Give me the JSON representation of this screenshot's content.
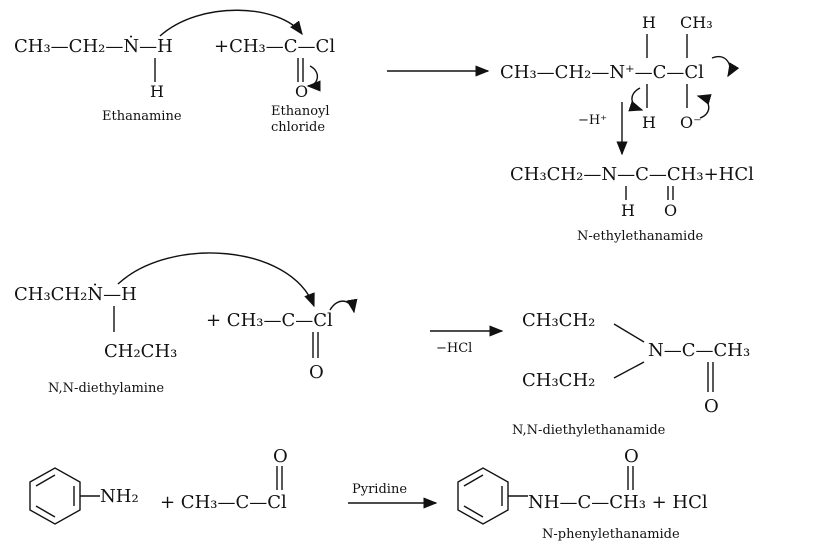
{
  "reaction1": {
    "reactant_amine": "CH₃—CH₂—Ṅ—H",
    "amine_h": "H",
    "amine_name": "Ethanamine",
    "plus_acyl": "+CH₃—C—Cl",
    "acyl_o": "O",
    "acyl_name_1": "Ethanoyl",
    "acyl_name_2": "chloride",
    "intermediate": "CH₃—CH₂—N⁺—C—Cl",
    "int_h_top": "H",
    "int_ch3_top": "CH₃",
    "int_h_bottom": "H",
    "int_o_minus": "O⁻",
    "minus_h": "−H⁺",
    "product": "CH₃CH₂—N—C—CH₃+HCl",
    "product_h": "H",
    "product_o": "O",
    "product_name": "N-ethylethanamide"
  },
  "reaction2": {
    "amine": "CH₃CH₂Ṅ—H",
    "amine_branch": "CH₂CH₃",
    "amine_name": "N,N-diethylamine",
    "acyl": "+ CH₃—C—Cl",
    "acyl_o": "O",
    "arrow_label": "−HCl",
    "product_ethyl_top": "CH₃CH₂",
    "product_ethyl_bottom": "CH₃CH₂",
    "product_core": "N—C—CH₃",
    "product_o": "O",
    "product_name": "N,N-diethylethanamide"
  },
  "reaction3": {
    "amine_group": "NH₂",
    "acyl": "+ CH₃—C—Cl",
    "acyl_o": "O",
    "arrow_label": "Pyridine",
    "product_group": "NH—C—CH₃ + HCl",
    "product_o": "O",
    "product_name": "N-phenylethanamide"
  }
}
